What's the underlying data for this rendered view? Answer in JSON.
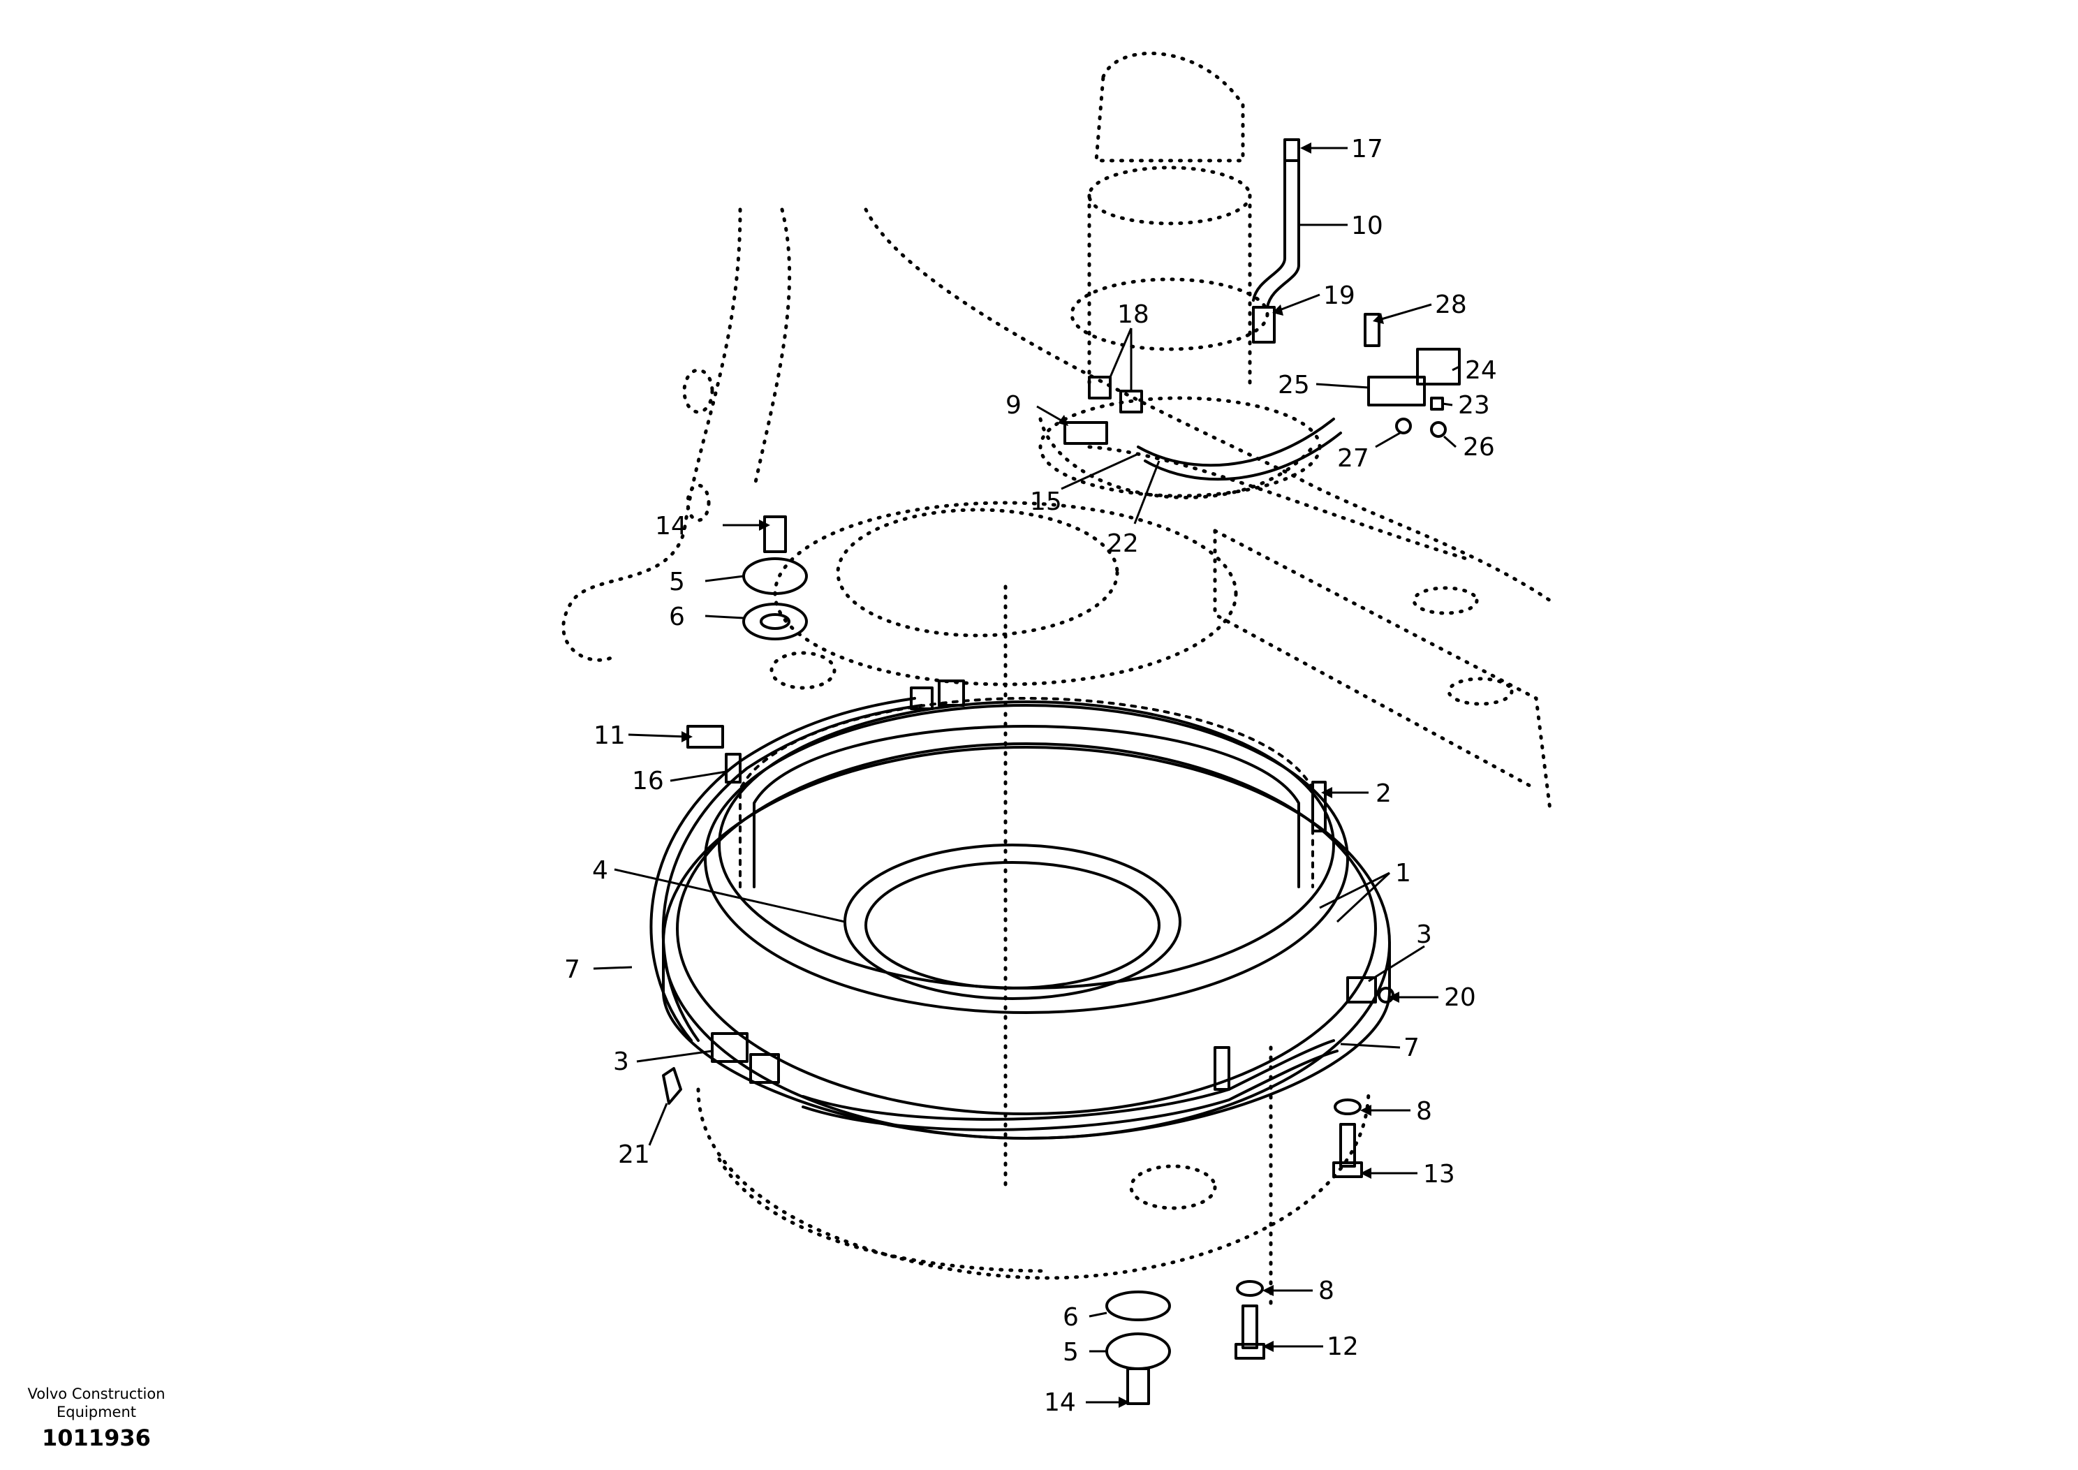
{
  "footer": {
    "brand_line1": "Volvo Construction",
    "brand_line2": "Equipment",
    "doc_number": "1011936"
  },
  "callouts": [
    {
      "id": "c17",
      "label": "17"
    },
    {
      "id": "c10",
      "label": "10"
    },
    {
      "id": "c19",
      "label": "19"
    },
    {
      "id": "c28",
      "label": "28"
    },
    {
      "id": "c18",
      "label": "18"
    },
    {
      "id": "c24",
      "label": "24"
    },
    {
      "id": "c25",
      "label": "25"
    },
    {
      "id": "c23",
      "label": "23"
    },
    {
      "id": "c9",
      "label": "9"
    },
    {
      "id": "c27",
      "label": "27"
    },
    {
      "id": "c26",
      "label": "26"
    },
    {
      "id": "c15",
      "label": "15"
    },
    {
      "id": "c22",
      "label": "22"
    },
    {
      "id": "c14a",
      "label": "14"
    },
    {
      "id": "c5a",
      "label": "5"
    },
    {
      "id": "c6a",
      "label": "6"
    },
    {
      "id": "c11",
      "label": "11"
    },
    {
      "id": "c16",
      "label": "16"
    },
    {
      "id": "c2",
      "label": "2"
    },
    {
      "id": "c1",
      "label": "1"
    },
    {
      "id": "c4",
      "label": "4"
    },
    {
      "id": "c7a",
      "label": "7"
    },
    {
      "id": "c3a",
      "label": "3"
    },
    {
      "id": "c20",
      "label": "20"
    },
    {
      "id": "c7b",
      "label": "7"
    },
    {
      "id": "c3b",
      "label": "3"
    },
    {
      "id": "c21",
      "label": "21"
    },
    {
      "id": "c8a",
      "label": "8"
    },
    {
      "id": "c13",
      "label": "13"
    },
    {
      "id": "c8b",
      "label": "8"
    },
    {
      "id": "c12",
      "label": "12"
    },
    {
      "id": "c6b",
      "label": "6"
    },
    {
      "id": "c5b",
      "label": "5"
    },
    {
      "id": "c14b",
      "label": "14"
    }
  ]
}
